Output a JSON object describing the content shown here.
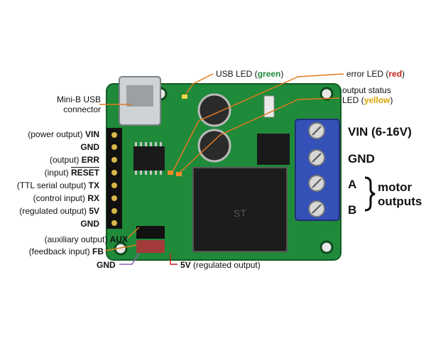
{
  "left_labels": {
    "mini_usb": [
      "Mini-B USB",
      "connector"
    ],
    "vin": {
      "prefix": "(power output) ",
      "pin": "VIN"
    },
    "gnd1": {
      "prefix": "",
      "pin": "GND"
    },
    "err": {
      "prefix": "(output) ",
      "pin": "ERR"
    },
    "reset": {
      "prefix": "(input) ",
      "pin": "RESET"
    },
    "tx": {
      "prefix": "(TTL serial output) ",
      "pin": "TX"
    },
    "rx": {
      "prefix": "(control input) ",
      "pin": "RX"
    },
    "five_v": {
      "prefix": "(regulated output) ",
      "pin": "5V"
    },
    "gnd2": {
      "prefix": "",
      "pin": "GND"
    },
    "aux": {
      "prefix": "(auxiliary output) ",
      "pin": "AUX"
    },
    "fb": {
      "prefix": "(feedback input) ",
      "pin": "FB"
    }
  },
  "bottom_labels": {
    "gnd": "GND",
    "five_v_pin": "5V",
    "five_v_desc": " (regulated output)"
  },
  "top_labels": {
    "usb_led_text": "USB LED (",
    "usb_led_color": "green",
    "error_led_text": "error LED (",
    "error_led_color": "red",
    "status_line1": "output status",
    "status_line2_text": "LED (",
    "status_color": "yellow",
    "close_paren": ")"
  },
  "right_labels": {
    "vin": "VIN (6-16V)",
    "gnd": "GND",
    "a": "A",
    "b": "B",
    "motor_line1": "motor",
    "motor_line2": "outputs"
  },
  "colors": {
    "pcb": "#1f8a3a",
    "terminal_block": "#3451b8",
    "leader_orange": "#e07a1f",
    "leader_purple": "#8a5fb0",
    "leader_red": "#c0241b"
  },
  "chip_marking": "ST"
}
